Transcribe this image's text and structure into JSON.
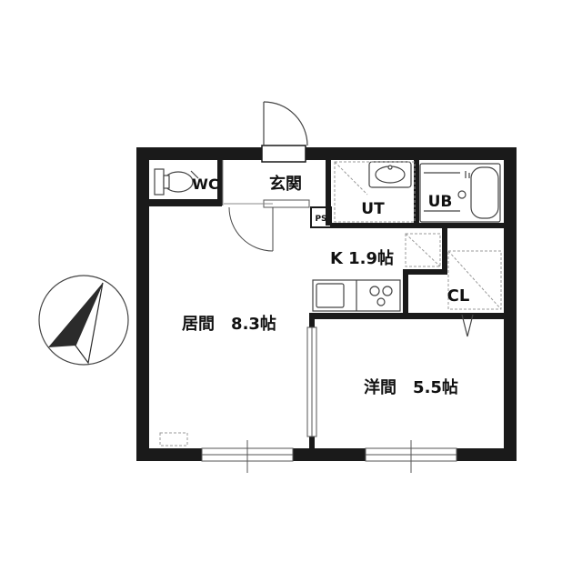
{
  "rooms": {
    "wc": "WC",
    "entrance": "玄関",
    "ut": "UT",
    "ub": "UB",
    "ps": "PS",
    "kitchen": "K 1.9帖",
    "closet": "CL",
    "living": "居間　8.3帖",
    "western": "洋間　5.5帖"
  },
  "colors": {
    "wall": "#1a1a1a",
    "line": "#444444",
    "thin": "#9a9a9a",
    "compass_fill": "#2b2b2b"
  },
  "icons": {
    "compass": "north-arrow-icon"
  }
}
